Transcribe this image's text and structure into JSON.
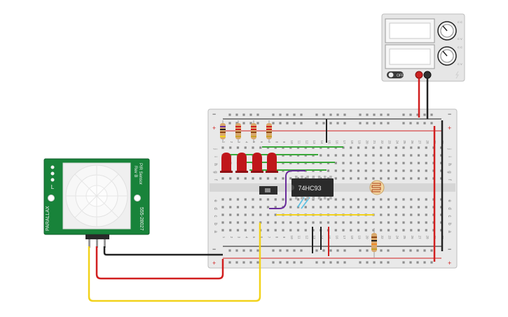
{
  "power_supply": {
    "switch_label": "OFF",
    "knob1_labels": [
      "C C",
      "C V"
    ],
    "knob2_labels": [
      "C C",
      "C V"
    ],
    "terminal_colors": {
      "positive": "#cc2222",
      "negative": "#333333"
    }
  },
  "breadboard": {
    "column_numbers_top": [
      "1",
      "2",
      "3",
      "4",
      "5",
      "6",
      "7",
      "8",
      "9",
      "10",
      "11",
      "12",
      "13",
      "14",
      "15",
      "16",
      "17",
      "18",
      "19",
      "20",
      "21",
      "22",
      "23",
      "24",
      "25",
      "26",
      "27",
      "28",
      "29",
      "30"
    ],
    "column_numbers_bottom": [
      "1",
      "2",
      "3",
      "4",
      "5",
      "6",
      "7",
      "8",
      "9",
      "10",
      "11",
      "12",
      "13",
      "14",
      "15",
      "16",
      "17",
      "18",
      "19",
      "20",
      "21",
      "22",
      "23",
      "24",
      "25",
      "26",
      "27",
      "28",
      "29",
      "30"
    ],
    "row_letters_top": [
      "j",
      "i",
      "h",
      "g",
      "f"
    ],
    "row_letters_bottom": [
      "e",
      "d",
      "c",
      "b",
      "a"
    ],
    "rail_plus": "+",
    "rail_minus": "−"
  },
  "chip": {
    "label": "74HC93"
  },
  "pir_sensor": {
    "brand": "PARALLAX",
    "model_line1": "PIR Sensor",
    "model_line2": "Rev B",
    "part_number": "555-28027"
  },
  "wire_colors": {
    "red": "#d11f1f",
    "black": "#222222",
    "yellow": "#f2d21b",
    "green": "#3aa83a",
    "purple": "#6a2d9c",
    "cyan": "#5fc3e4"
  },
  "led_color": "#c0161b",
  "resistor_body": "#d9a86c"
}
